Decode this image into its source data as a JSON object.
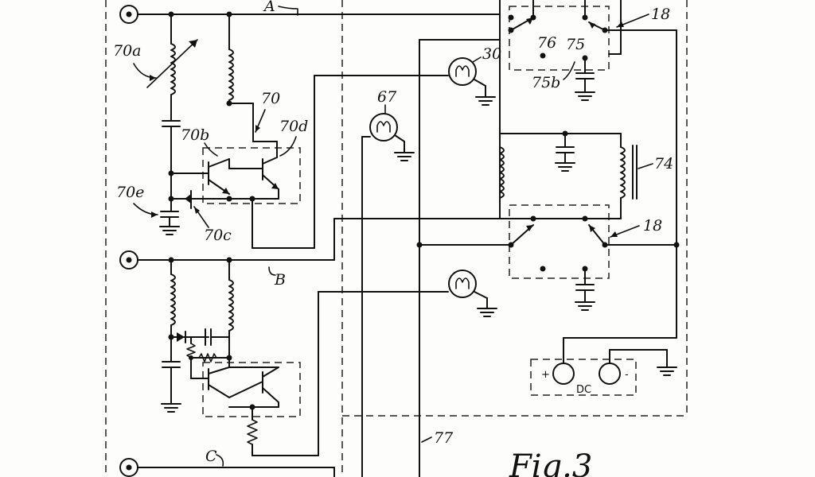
{
  "labels": {
    "A": "A",
    "B": "B",
    "C": "C",
    "l70": "70",
    "l70a": "70a",
    "l70b": "70b",
    "l70c": "70c",
    "l70d": "70d",
    "l70e": "70e",
    "l67": "67",
    "l30": "30",
    "l76": "76",
    "l75": "75",
    "l75b": "75b",
    "l18_top": "18",
    "l18_mid": "18",
    "l74": "74",
    "l77": "77",
    "dc": "DC",
    "plus": "+",
    "minus": "-",
    "fig": "Fig.3"
  }
}
